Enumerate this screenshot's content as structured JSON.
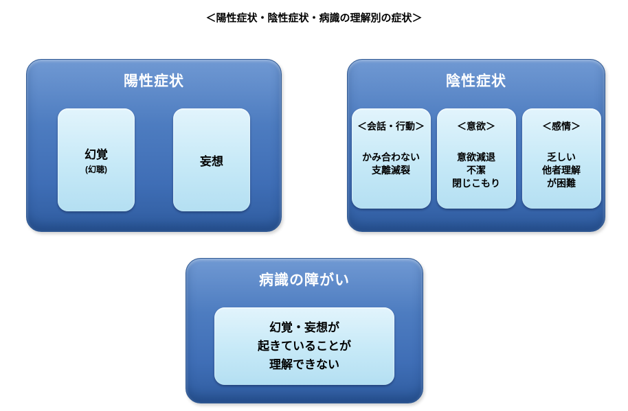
{
  "title": "＜陽性症状・陰性症状・病識の理解別の症状＞",
  "colors": {
    "panel_top": "#7099D3",
    "panel_bottom": "#2F5C9F",
    "panel_border": "#2D5791",
    "chip_top": "#E2F4FC",
    "chip_bottom": "#B4DFF2",
    "header_text": "#FFFFFF",
    "body_text": "#000000"
  },
  "panels": {
    "positive": {
      "header": "陽性症状",
      "chips": [
        {
          "main": "幻覚",
          "sub": "(幻聴)"
        },
        {
          "main": "妄想"
        }
      ]
    },
    "negative": {
      "header": "陰性症状",
      "chips": [
        {
          "heading": "＜会話・行動＞",
          "lines": [
            "かみ合わない",
            "支離滅裂"
          ]
        },
        {
          "heading": "＜意欲＞",
          "lines": [
            "意欲減退",
            "不潔",
            "閉じこもり"
          ]
        },
        {
          "heading": "＜感情＞",
          "lines": [
            "乏しい",
            "他者理解",
            "が困難"
          ]
        }
      ]
    },
    "insight": {
      "header": "病識の障がい",
      "chips": [
        {
          "lines": [
            "幻覚・妄想が",
            "起きていることが",
            "理解できない"
          ]
        }
      ]
    }
  }
}
